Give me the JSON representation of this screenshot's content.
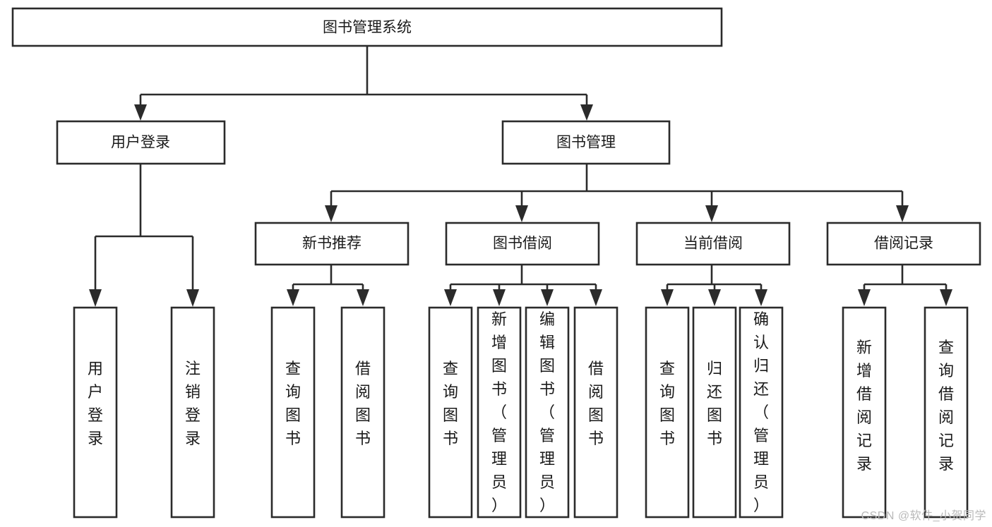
{
  "diagram": {
    "type": "tree-hierarchy",
    "title": "图书管理系统",
    "watermark": "CSDN @软件_小贺同学",
    "colors": {
      "stroke": "#2b2b2b",
      "fill": "#ffffff",
      "text": "#1a1a1a",
      "watermark": "#b9b9b9"
    },
    "levels": {
      "root": {
        "label": "图书管理系统"
      },
      "level2": [
        {
          "id": "user-login",
          "label": "用户登录"
        },
        {
          "id": "book-management",
          "label": "图书管理"
        }
      ],
      "level3": [
        {
          "id": "new-book-recommend",
          "label": "新书推荐",
          "parent": "book-management"
        },
        {
          "id": "book-borrow",
          "label": "图书借阅",
          "parent": "book-management"
        },
        {
          "id": "current-borrow",
          "label": "当前借阅",
          "parent": "book-management"
        },
        {
          "id": "borrow-record",
          "label": "借阅记录",
          "parent": "book-management"
        }
      ],
      "leaves": [
        {
          "id": "leaf-user-login",
          "label": "用户登录",
          "parent": "user-login"
        },
        {
          "id": "leaf-user-logout",
          "label": "注销登录",
          "parent": "user-login"
        },
        {
          "id": "leaf-query-book-1",
          "label": "查询图书",
          "parent": "new-book-recommend"
        },
        {
          "id": "leaf-borrow-book-1",
          "label": "借阅图书",
          "parent": "new-book-recommend"
        },
        {
          "id": "leaf-query-book-2",
          "label": "查询图书",
          "parent": "book-borrow"
        },
        {
          "id": "leaf-add-book",
          "label": "新增图书（管理员）",
          "parent": "book-borrow"
        },
        {
          "id": "leaf-edit-book",
          "label": "编辑图书（管理员）",
          "parent": "book-borrow"
        },
        {
          "id": "leaf-borrow-book-2",
          "label": "借阅图书",
          "parent": "book-borrow"
        },
        {
          "id": "leaf-query-book-3",
          "label": "查询图书",
          "parent": "current-borrow"
        },
        {
          "id": "leaf-return-book",
          "label": "归还图书",
          "parent": "current-borrow"
        },
        {
          "id": "leaf-confirm-return",
          "label": "确认归还（管理员）",
          "parent": "current-borrow"
        },
        {
          "id": "leaf-add-record",
          "label": "新增借阅记录",
          "parent": "borrow-record"
        },
        {
          "id": "leaf-query-record",
          "label": "查询借阅记录",
          "parent": "borrow-record"
        }
      ]
    }
  }
}
